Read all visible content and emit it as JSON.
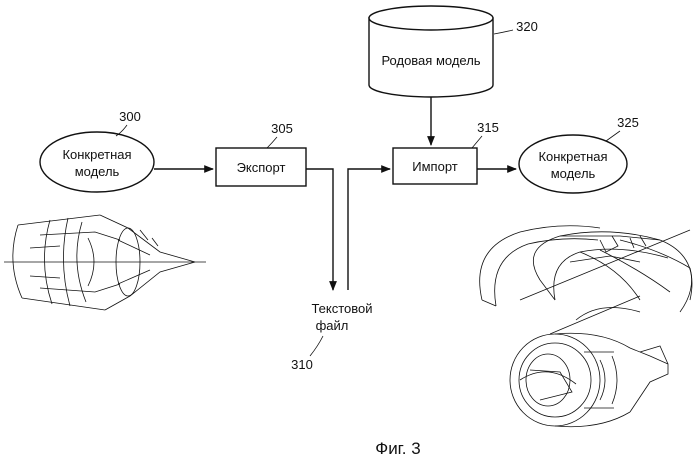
{
  "nodes": {
    "concrete_model_left": {
      "ref": "300",
      "line1": "Конкретная",
      "line2": "модель"
    },
    "export": {
      "ref": "305",
      "label": "Экспорт"
    },
    "text_file": {
      "ref": "310",
      "line1": "Текстовой",
      "line2": "файл"
    },
    "import": {
      "ref": "315",
      "label": "Импорт"
    },
    "generic_model": {
      "ref": "320",
      "label": "Родовая модель"
    },
    "concrete_model_right": {
      "ref": "325",
      "line1": "Конкретная",
      "line2": "модель"
    }
  },
  "caption": "Фиг. 3",
  "illustrations": {
    "left": "engine-wireframe-assembled",
    "right": "engine-wireframe-exploded"
  }
}
